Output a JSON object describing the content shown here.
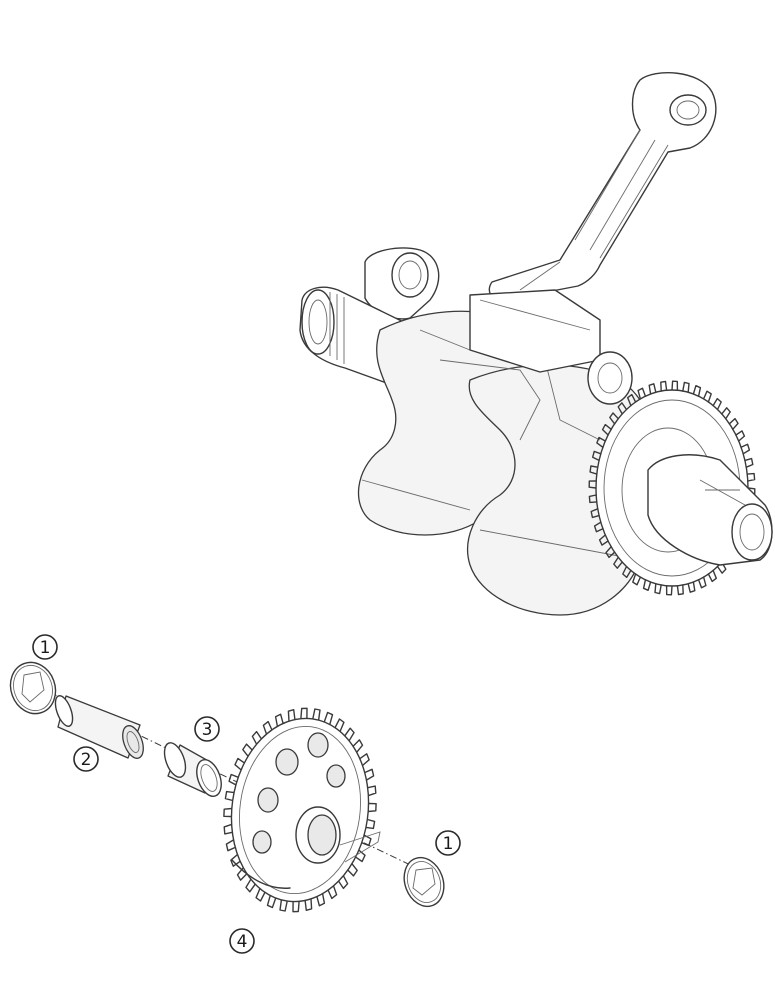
{
  "callouts": [
    {
      "id": "c1a",
      "label": "1"
    },
    {
      "id": "c2",
      "label": "2"
    },
    {
      "id": "c3",
      "label": "3"
    },
    {
      "id": "c1b",
      "label": "1"
    },
    {
      "id": "c4",
      "label": "4"
    }
  ]
}
